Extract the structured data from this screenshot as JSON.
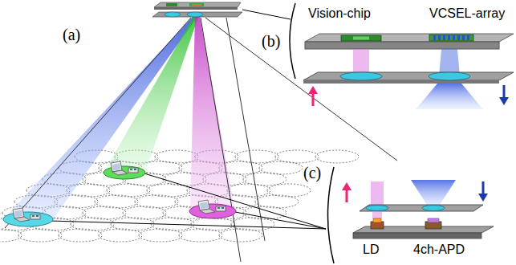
{
  "diagram": {
    "labels": [
      "(a)",
      "(b)",
      "Vision-chip",
      "VCSEL-array",
      "(c)",
      "LD",
      "4ch-APD"
    ]
  }
}
